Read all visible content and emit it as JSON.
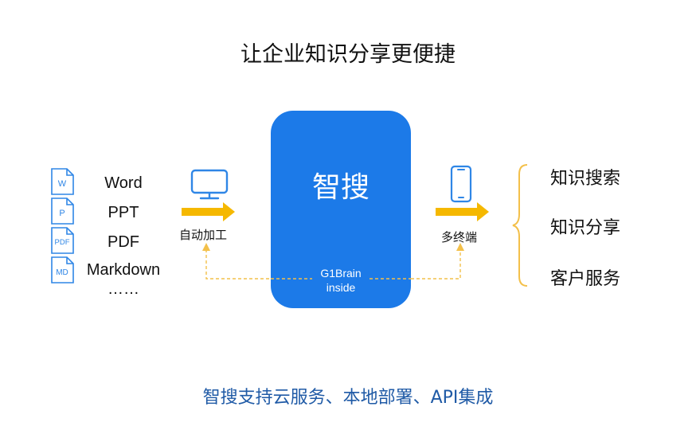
{
  "title": "让企业知识分享更便捷",
  "inputs": {
    "formats": [
      {
        "label": "Word",
        "icon_text": "W"
      },
      {
        "label": "PPT",
        "icon_text": "P"
      },
      {
        "label": "PDF",
        "icon_text": "PDF"
      },
      {
        "label": "Markdown",
        "icon_text": "MD"
      }
    ],
    "more": "……"
  },
  "processing": {
    "label": "自动加工",
    "icon": "monitor-icon"
  },
  "core": {
    "title": "智搜",
    "inside_line1": "G1Brain",
    "inside_line2": "inside"
  },
  "delivery": {
    "label": "多终端",
    "icon": "smartphone-icon"
  },
  "outputs": [
    "知识搜索",
    "知识分享",
    "客户服务"
  ],
  "footer": "智搜支持云服务、本地部署、API集成",
  "colors": {
    "core_blue": "#1c7ae8",
    "icon_blue": "#2f86e6",
    "arrow_yellow": "#f5b800",
    "brace_yellow": "#f3c04a",
    "footer_blue": "#1f5aa6"
  }
}
